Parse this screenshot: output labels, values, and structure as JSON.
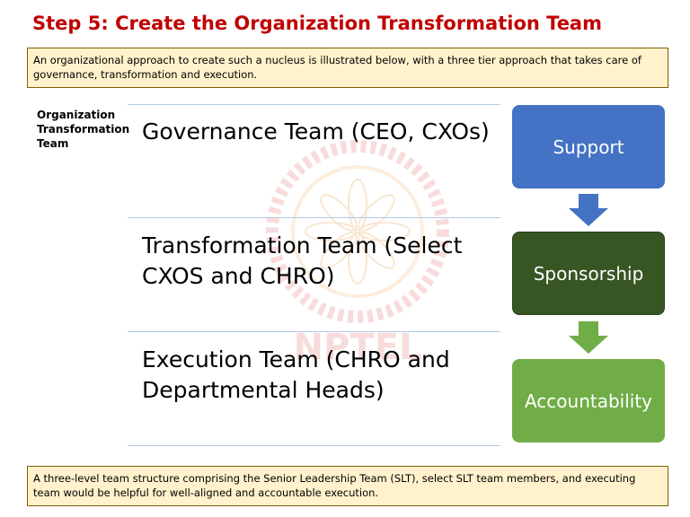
{
  "slide": {
    "title": "Step 5: Create the Organization Transformation Team",
    "intro_note": "An organizational approach to create such a nucleus is illustrated below, with a three tier approach that takes care of governance, transformation and execution.",
    "side_label": "Organization Transformation Team",
    "tiers": [
      {
        "label": "Governance Team (CEO, CXOs)"
      },
      {
        "label": "Transformation Team (Select CXOS and CHRO)"
      },
      {
        "label": "Execution Team (CHRO and Departmental Heads)"
      }
    ],
    "roles": [
      {
        "label": "Support",
        "color": "#4472c4"
      },
      {
        "label": "Sponsorship",
        "color": "#375623"
      },
      {
        "label": "Accountability",
        "color": "#70ad47"
      }
    ],
    "arrow_colors": [
      "#4472c4",
      "#70ad47"
    ],
    "watermark": "NPTEL",
    "summary_note": "A three-level team structure comprising the Senior Leadership Team (SLT), select SLT team members, and executing team would be helpful for well-aligned and accountable execution."
  }
}
